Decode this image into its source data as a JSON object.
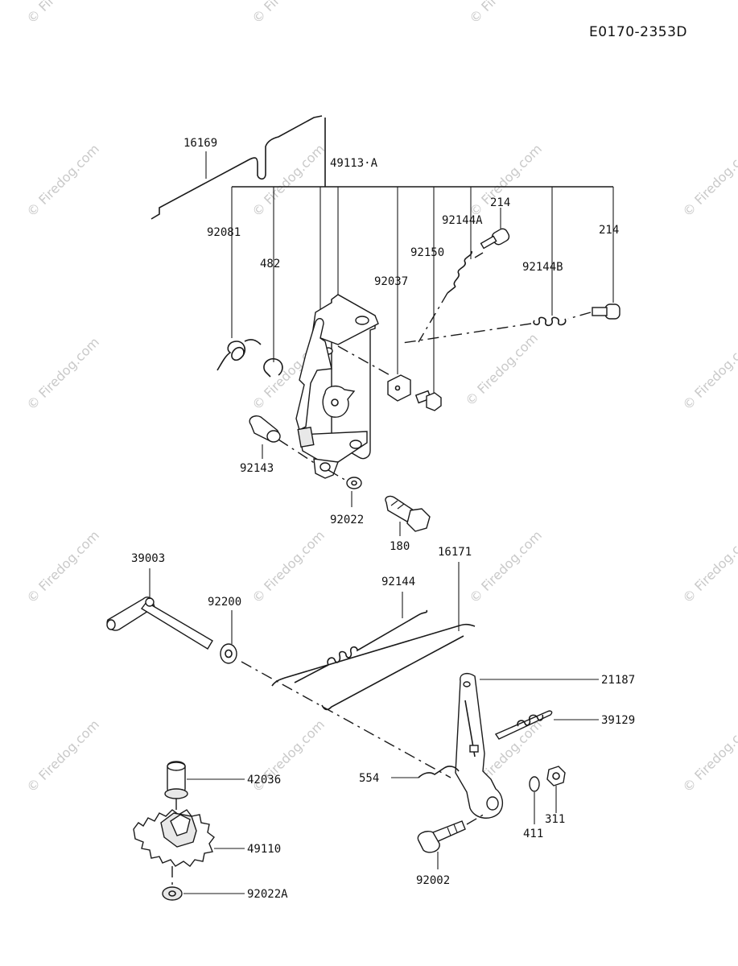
{
  "diagram_code": "E0170-2353D",
  "watermark": "© Firedog.com",
  "parts": {
    "p16169": "16169",
    "p49113A": "49113·A",
    "p214a": "214",
    "p92144A": "92144A",
    "p214b": "214",
    "p92081": "92081",
    "p482": "482",
    "p92150": "92150",
    "p92144B": "92144B",
    "p92037": "92037",
    "p92143": "92143",
    "p92022": "92022",
    "p180": "180",
    "p39003": "39003",
    "p16171": "16171",
    "p92144": "92144",
    "p92200": "92200",
    "p21187": "21187",
    "p39129": "39129",
    "p42036": "42036",
    "p554": "554",
    "p311": "311",
    "p411": "411",
    "p49110": "49110",
    "p92002": "92002",
    "p92022A": "92022A"
  }
}
